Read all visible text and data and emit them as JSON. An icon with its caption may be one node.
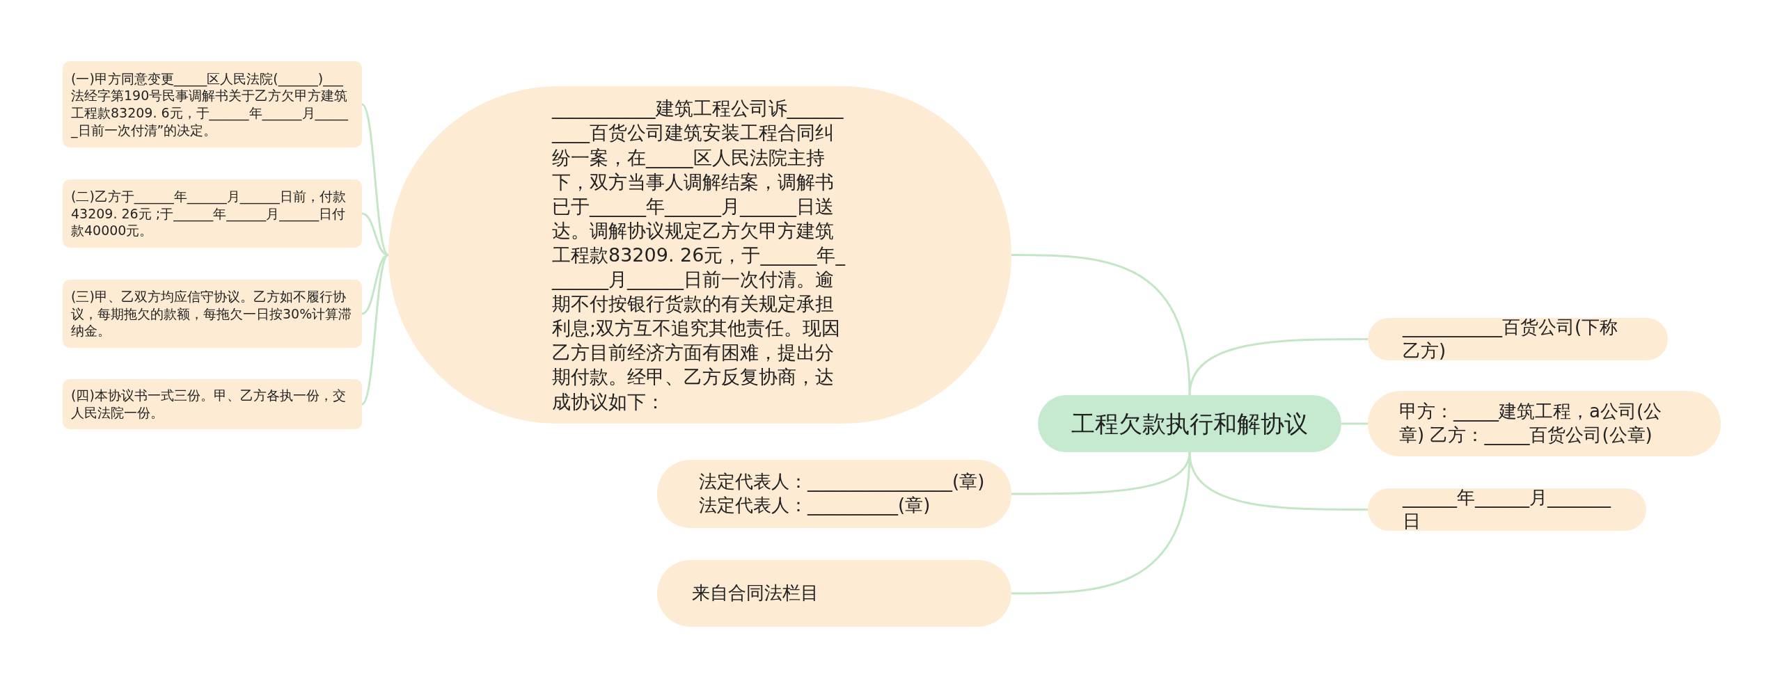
{
  "diagram": {
    "nodes": [
      {
        "text": [
          "工程欠款执行和解协议"
        ]
      },
      {
        "text": [
          "___________建筑工程公司诉__________百货公司建筑安装工程合同纠纷一案，在_____区人民法院主持下，双方当事人调解结案，调解书已于______年______月______日送达。调解协议规定乙方欠甲方建筑工程款83209. 26元，于______年_______月______日前一次付清。逾期不付按银行货款的有关规定承担利息;双方互不追究其他责任。现因乙方目前经济方面有困难，提出分期付款。经甲、乙方反复协商，达成协议如下："
        ]
      },
      {
        "text": [
          "(一)甲方同意变更_____区人民法院(______)___法经字第190号民事调解书关于乙方欠甲方建筑工程款83209. 6元，于______年______月______日前一次付清”的决定。"
        ]
      },
      {
        "text": [
          "(二)乙方于______年______月______日前，付款43209. 26元 ;于______年______月______日付款40000元。"
        ]
      },
      {
        "text": [
          "(三)甲、乙双方均应信守协议。乙方如不履行协议，每期拖欠的款额，每拖欠一日按30%计算滞纳金。"
        ]
      },
      {
        "text": [
          "(四)本协议书一式三份。甲、乙方各执一份，交人民法院一份。"
        ]
      },
      {
        "text": [
          "法定代表人：________________(章) 法定代表人：__________(章)"
        ]
      },
      {
        "text": [
          "来自合同法栏目"
        ]
      },
      {
        "text": [
          "___________百货公司(下称乙方)"
        ]
      },
      {
        "text": [
          "甲方：_____建筑工程，a公司(公章) 乙方：_____百货公司(公章)"
        ]
      },
      {
        "text": [
          "______年______月_______日"
        ]
      }
    ],
    "edges": [
      {
        "from": 0,
        "to": 1,
        "arrow": "none"
      },
      {
        "from": 1,
        "to": 2,
        "arrow": "none"
      },
      {
        "from": 1,
        "to": 3,
        "arrow": "none"
      },
      {
        "from": 1,
        "to": 4,
        "arrow": "none"
      },
      {
        "from": 1,
        "to": 5,
        "arrow": "none"
      },
      {
        "from": 0,
        "to": 6,
        "arrow": "none"
      },
      {
        "from": 0,
        "to": 7,
        "arrow": "none"
      },
      {
        "from": 0,
        "to": 8,
        "arrow": "none"
      },
      {
        "from": 0,
        "to": 9,
        "arrow": "none"
      },
      {
        "from": 0,
        "to": 10,
        "arrow": "none"
      }
    ]
  }
}
